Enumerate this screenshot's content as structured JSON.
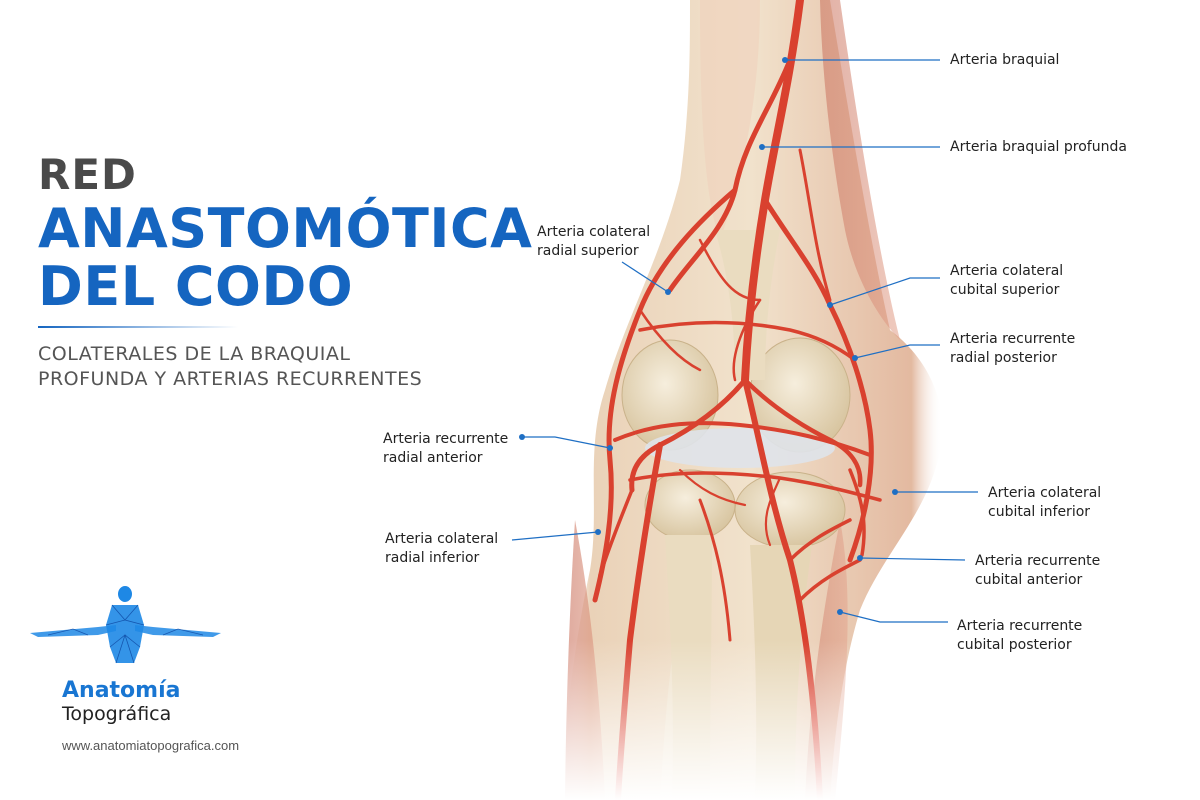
{
  "title": {
    "line1": "RED",
    "line2": "ANASTOMÓTICA",
    "line3": "DEL CODO"
  },
  "subtitle": {
    "line1": "COLATERALES DE LA BRAQUIAL",
    "line2": "PROFUNDA Y ARTERIAS RECURRENTES"
  },
  "brand": {
    "name_line1": "Anatomía",
    "name_line2": "Topográfica",
    "website": "www.anatomiatopografica.com"
  },
  "labels": {
    "arteria_braquial": {
      "line1": "Arteria braquial"
    },
    "arteria_braquial_profunda": {
      "line1": "Arteria braquial profunda"
    },
    "colateral_radial_superior": {
      "line1": "Arteria colateral",
      "line2": "radial superior"
    },
    "colateral_cubital_superior": {
      "line1": "Arteria colateral",
      "line2": "cubital superior"
    },
    "recurrente_radial_posterior": {
      "line1": "Arteria recurrente",
      "line2": "radial posterior"
    },
    "recurrente_radial_anterior": {
      "line1": "Arteria recurrente",
      "line2": "radial anterior"
    },
    "colateral_cubital_inferior": {
      "line1": "Arteria colateral",
      "line2": "cubital inferior"
    },
    "colateral_radial_inferior": {
      "line1": "Arteria colateral",
      "line2": "radial inferior"
    },
    "recurrente_cubital_anterior": {
      "line1": "Arteria recurrente",
      "line2": "cubital anterior"
    },
    "recurrente_cubital_posterior": {
      "line1": "Arteria recurrente",
      "line2": "cubital posterior"
    }
  },
  "colors": {
    "title_gray": "#4a4a4a",
    "title_blue": "#1565c0",
    "artery_red": "#d9412f",
    "bone": "#e9dcc2",
    "leader_blue": "#1f6fc4"
  }
}
